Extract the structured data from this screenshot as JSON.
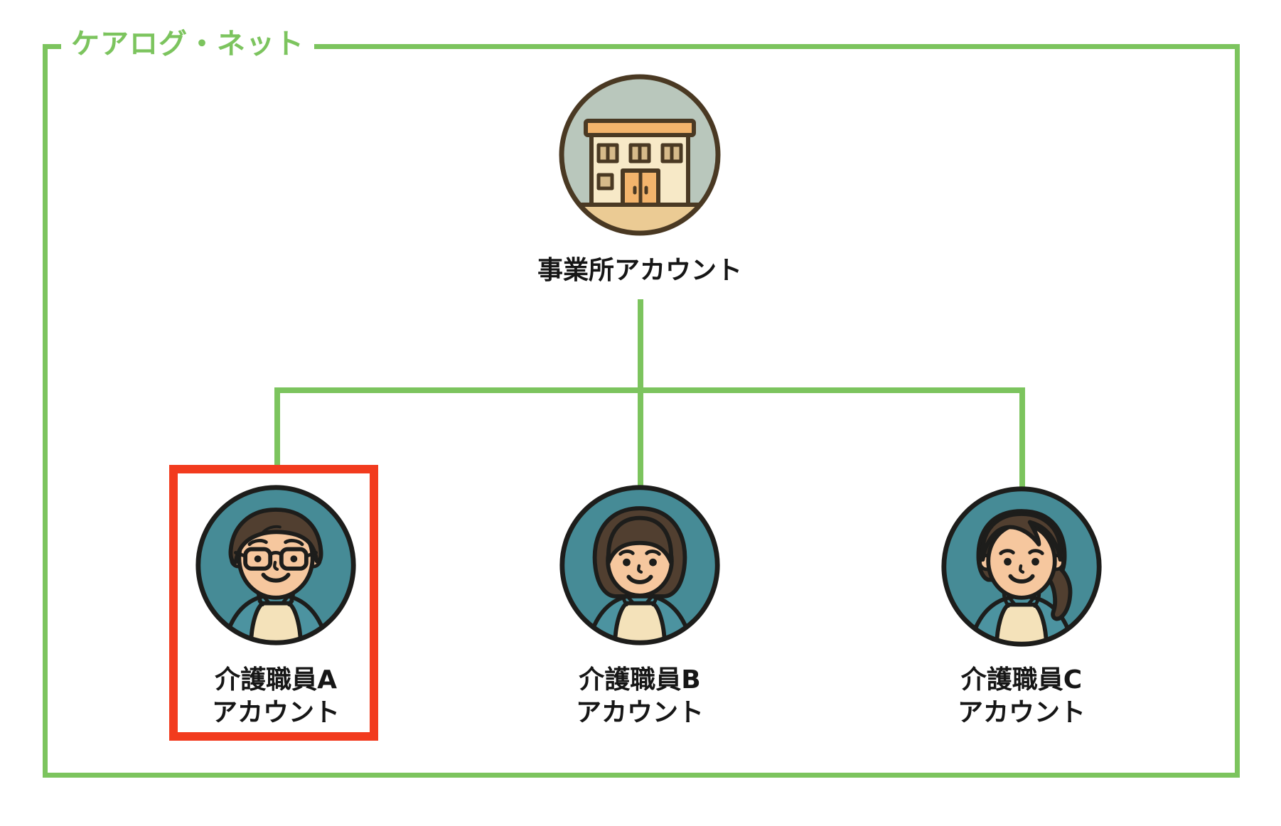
{
  "frame": {
    "title": "ケアログ・ネット"
  },
  "root_node": {
    "label": "事業所アカウント",
    "icon": "building-icon"
  },
  "staff_nodes": [
    {
      "id": "A",
      "label_line1": "介護職員A",
      "label_line2": "アカウント",
      "avatar": "male-caregiver-glasses",
      "highlighted": true
    },
    {
      "id": "B",
      "label_line1": "介護職員B",
      "label_line2": "アカウント",
      "avatar": "female-caregiver-bob",
      "highlighted": false
    },
    {
      "id": "C",
      "label_line1": "介護職員C",
      "label_line2": "アカウント",
      "avatar": "female-caregiver-ponytail",
      "highlighted": false
    }
  ],
  "colors": {
    "frame_green": "#7cc45e",
    "highlight_red": "#f23b1e",
    "avatar_background_teal": "#468b96",
    "text_black": "#161616",
    "building_sky": "#b9c7bc",
    "building_ground": "#ebcb94",
    "building_wall": "#f7e9c7",
    "building_roof": "#f3b46c"
  }
}
